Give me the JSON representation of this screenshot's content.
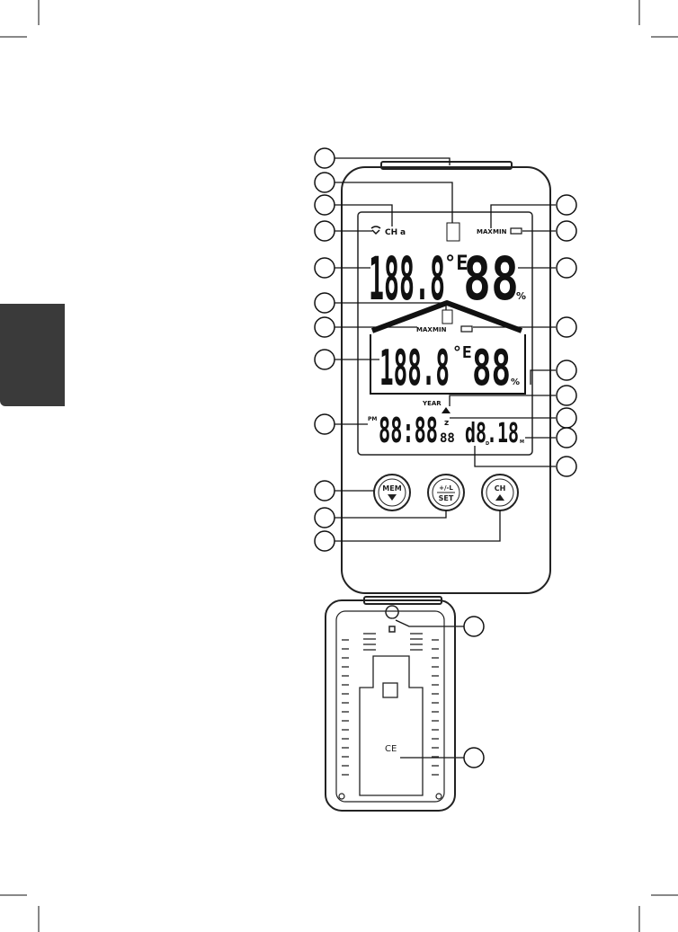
{
  "colors": {
    "ink": "#111111",
    "tab": "#3a3a3a",
    "callout": "#ffffff"
  },
  "outdoor": {
    "channel_label": "CH",
    "channel_value": "a",
    "temperature": "188.8",
    "unit": "°E",
    "humidity": "88",
    "humidity_unit": "%",
    "max_label": "MAX",
    "min_label": "MIN"
  },
  "indoor": {
    "max_label": "MAX",
    "min_label": "MIN",
    "temperature": "188.8",
    "unit": "°E",
    "humidity": "88",
    "humidity_unit": "%"
  },
  "clock": {
    "pm_label": "PM",
    "year_label": "YEAR",
    "time": "88:88",
    "seconds": "88",
    "sleep_label": "z",
    "date": "d8.18",
    "day_marker": "D",
    "month_marker": "M"
  },
  "buttons": {
    "mem": "MEM",
    "set_top": "+/-L",
    "set_bottom": "SET",
    "ch": "CH"
  },
  "back": {
    "ce_mark": "CE"
  },
  "icons": [
    "signal-icon",
    "trend-arrow-icon",
    "battery-icon",
    "alarm-bell-icon",
    "wall-hook-icon"
  ]
}
